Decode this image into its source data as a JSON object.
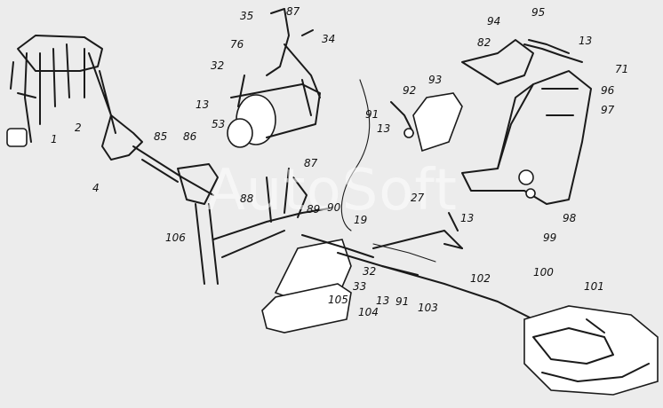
{
  "watermark": "AutoSoft",
  "callouts": {
    "c1": "1",
    "c2": "2",
    "c4": "4",
    "c85": "85",
    "c86": "86",
    "c106": "106",
    "c35": "35",
    "c87a": "87",
    "c34": "34",
    "c76": "76",
    "c32a": "32",
    "c13a": "13",
    "c53": "53",
    "c87b": "87",
    "c88": "88",
    "c89": "89",
    "c90": "90",
    "c19": "19",
    "c94": "94",
    "c95": "95",
    "c82": "82",
    "c13b": "13",
    "c71": "71",
    "c96": "96",
    "c97": "97",
    "c92": "92",
    "c93": "93",
    "c91a": "91",
    "c13c": "13",
    "c27": "27",
    "c13d": "13",
    "c98": "98",
    "c99": "99",
    "c32b": "32",
    "c33": "33",
    "c105": "105",
    "c104": "104",
    "c13e": "13",
    "c91b": "91",
    "c103": "103",
    "c102": "102",
    "c100": "100",
    "c101": "101"
  }
}
